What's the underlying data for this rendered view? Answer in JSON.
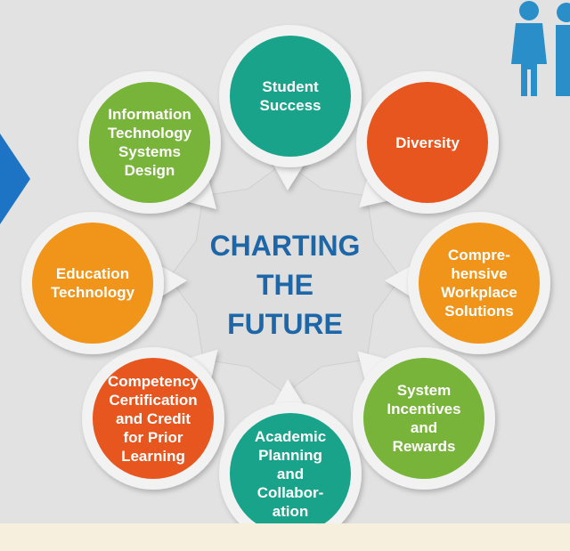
{
  "center_title_lines": [
    "CHARTING",
    "THE",
    "FUTURE"
  ],
  "nodes": [
    {
      "label": "Student\nSuccess",
      "color": "#1aa38b"
    },
    {
      "label": "Diversity",
      "color": "#e8561f"
    },
    {
      "label": "Compre-\nhensive\nWorkplace\nSolutions",
      "color": "#f0951a"
    },
    {
      "label": "System\nIncentives\nand\nRewards",
      "color": "#79b43a"
    },
    {
      "label": "Academic\nPlanning\nand\nCollabor-\nation",
      "color": "#1aa38b"
    },
    {
      "label": "Competency\nCertification\nand Credit\nfor Prior\nLearning",
      "color": "#e8561f"
    },
    {
      "label": "Education\nTechnology",
      "color": "#f0951a"
    },
    {
      "label": "Information\nTechnology\nSystems\nDesign",
      "color": "#79b43a"
    }
  ],
  "colors": {
    "background": "#e2e2e2",
    "title": "#1d66a8",
    "ring": "#f2f2f2",
    "arrow": "#1d74c4",
    "people_icon": "#2a8ec9",
    "bottom_band": "#f7efdd"
  },
  "icons": [
    "right-arrow-icon",
    "people-icon"
  ]
}
